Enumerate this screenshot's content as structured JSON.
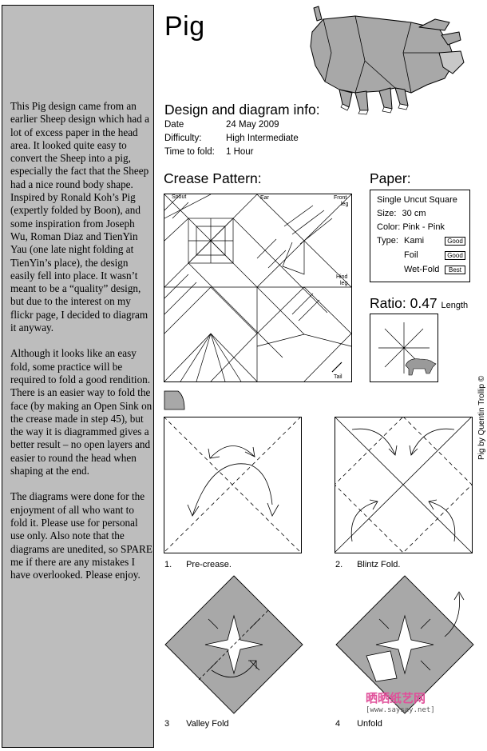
{
  "title": "Pig",
  "sidebar": {
    "paragraphs": [
      "This Pig design came from an earlier Sheep design which had a lot of excess paper in the head area. It looked quite easy to convert the Sheep into a pig, especially the fact that the Sheep had a nice round body shape. Inspired by Ronald Koh’s Pig (expertly folded by Boon), and some inspiration from Joseph Wu, Roman Diaz and TienYin Yau (one late night folding at TienYin’s place), the design easily fell into place. It wasn’t meant to be a “quality” design, but due to the interest on my flickr page, I decided to diagram it anyway.",
      "Although it looks like an easy fold, some practice will be required to fold a good rendition. There is an easier way to fold the face (by making an Open Sink on the crease made in step 45), but the way it is diagrammed gives a better result – no open layers and easier to round the head when shaping at the end.",
      "The diagrams were done for the enjoyment of all who want to fold it. Please use for personal use only. Also note that the diagrams are unedited, so SPARE me if there are any mistakes I have overlooked.  Please enjoy."
    ]
  },
  "info": {
    "heading": "Design and diagram info:",
    "date_label": "Date",
    "date_value": "24 May 2009",
    "difficulty_label": "Difficulty:",
    "difficulty_value": "High Intermediate",
    "time_label": "Time to fold:",
    "time_value": "1 Hour"
  },
  "crease_pattern": {
    "heading": "Crease Pattern:",
    "labels": {
      "snout": "Snout",
      "ear": "Ear",
      "front": "Front",
      "front_leg": "leg",
      "hind": "Hind",
      "hind_leg": "leg",
      "tail": "Tail"
    }
  },
  "paper": {
    "heading": "Paper:",
    "type_line": "Single Uncut Square",
    "size_label": "Size:",
    "size_value": "30 cm",
    "color_line": "Color: Pink - Pink",
    "type_label": "Type:",
    "kami": "Kami",
    "kami_rating": "Good",
    "foil": "Foil",
    "foil_rating": "Good",
    "wetfold": "Wet-Fold",
    "wetfold_rating": "Best"
  },
  "ratio": {
    "label": "Ratio:",
    "value": "0.47",
    "unit": "Length"
  },
  "credit": "Pig    by Quentin Trollip  ©",
  "steps": [
    {
      "num": "1.",
      "label": "Pre-crease."
    },
    {
      "num": "2.",
      "label": "Blintz Fold."
    },
    {
      "num": "3",
      "label": "Valley Fold"
    },
    {
      "num": "4",
      "label": "Unfold"
    }
  ],
  "watermark": {
    "cn": "晒晒纸艺网",
    "url": "[www.saysay.net]"
  },
  "colors": {
    "sidebar": "#bdbdbd",
    "paper_gray": "#a8a8a8",
    "watermark": "#e0509a"
  }
}
